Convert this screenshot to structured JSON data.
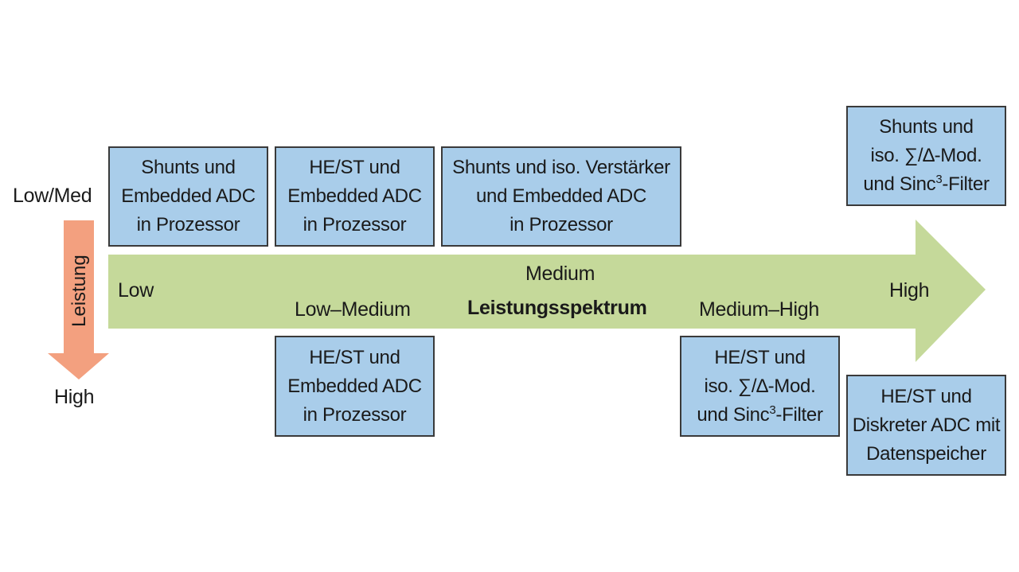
{
  "axis": {
    "top_label": "Low/Med",
    "bottom_label": "High",
    "vertical_label": "Leistung"
  },
  "spectrum": {
    "title": "Leistungsspektrum",
    "low": "Low",
    "low_medium": "Low–Medium",
    "medium": "Medium",
    "medium_high": "Medium–High",
    "high": "High"
  },
  "boxes_top": [
    {
      "lines": [
        "Shunts und",
        "Embedded ADC",
        "in Prozessor"
      ]
    },
    {
      "lines": [
        "HE/ST und",
        "Embedded ADC",
        "in Prozessor"
      ]
    },
    {
      "lines": [
        "Shunts und iso. Verstärker",
        "und Embedded ADC",
        "in Prozessor"
      ]
    },
    {
      "lines": [
        "Shunts und",
        "iso. ∑/∆-Mod.",
        "und Sinc",
        "3",
        "-Filter"
      ]
    }
  ],
  "boxes_bottom": [
    {
      "lines": [
        "HE/ST und",
        "Embedded ADC",
        "in Prozessor"
      ]
    },
    {
      "lines": [
        "HE/ST und",
        "iso. ∑/∆-Mod.",
        "und Sinc",
        "3",
        "-Filter"
      ]
    },
    {
      "lines": [
        "HE/ST und",
        "Diskreter ADC mit",
        "Datenspeicher"
      ]
    }
  ],
  "colors": {
    "box_fill": "#a9cdea",
    "arrow_green": "#c5d99a",
    "arrow_orange": "#f3a07f"
  }
}
